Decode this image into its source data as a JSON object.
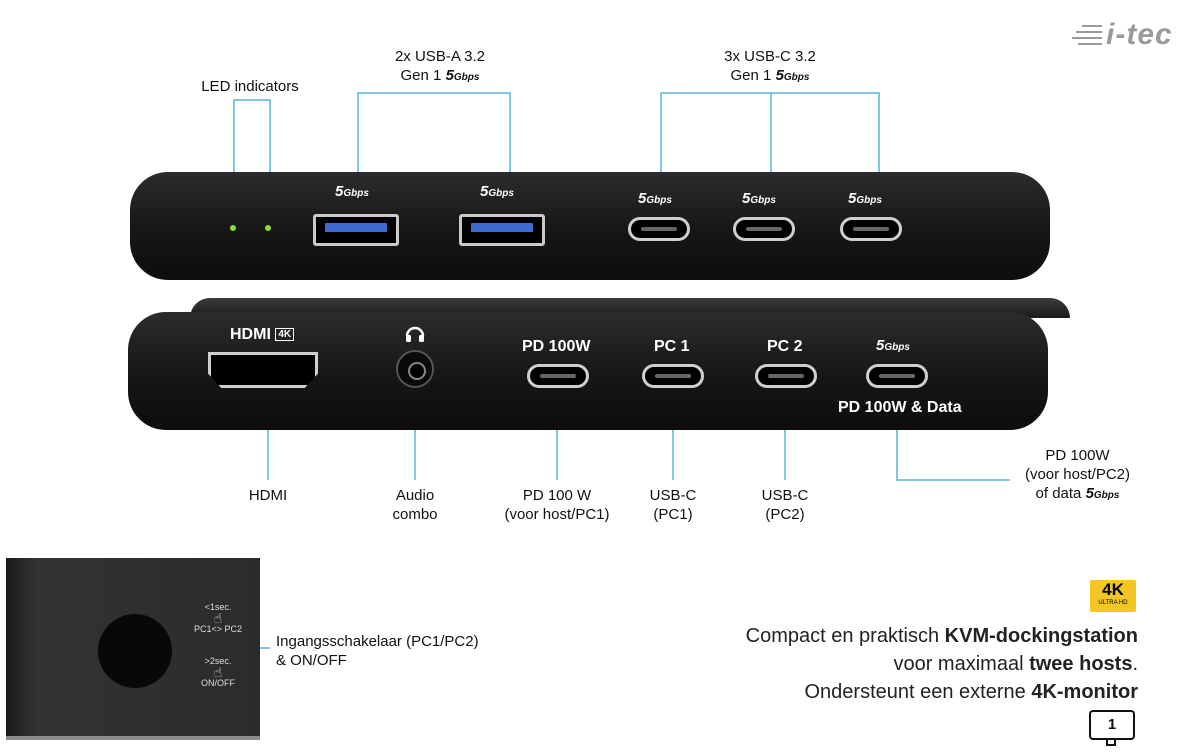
{
  "brand": {
    "logo": "i-tec"
  },
  "callouts": {
    "led": "LED indicators",
    "usba_line1": "2x USB-A 3.2",
    "usba_line2": "Gen 1",
    "usbc_line1": "3x USB-C 3.2",
    "usbc_line2": "Gen 1",
    "speed_badge": "5",
    "speed_unit": "Gbps"
  },
  "front_panel": {
    "ports": [
      "USB-A",
      "USB-A",
      "USB-C",
      "USB-C",
      "USB-C"
    ]
  },
  "rear_panel": {
    "hdmi_label": "HDMI",
    "hdmi_badge": "4K",
    "pd_label": "PD 100W",
    "pc1_label": "PC 1",
    "pc2_label": "PC 2",
    "data_label": "PD 100W & Data"
  },
  "bottom_labels": {
    "hdmi": "HDMI",
    "audio_1": "Audio",
    "audio_2": "combo",
    "pd_1": "PD 100 W",
    "pd_2": "(voor host/PC1)",
    "pc1_1": "USB-C",
    "pc1_2": "(PC1)",
    "pc2_1": "USB-C",
    "pc2_2": "(PC2)",
    "data_1": "PD 100W",
    "data_2": "(voor host/PC2)",
    "data_3": "of data"
  },
  "switch_inset": {
    "short_press": "<1sec.",
    "short_action": "PC1<> PC2",
    "long_press": ">2sec.",
    "long_action": "ON/OFF",
    "caption_1": "Ingangsschakelaar (PC1/PC2)",
    "caption_2": "& ON/OFF"
  },
  "features": {
    "badge_main": "4K",
    "badge_sub": "ULTRA HD",
    "line1_pre": "Compact en praktisch ",
    "line1_bold": "KVM-dockingstation",
    "line2_pre": "voor maximaal ",
    "line2_bold": "twee hosts",
    "line2_post": ".",
    "line3_pre": "Ondersteunt een externe ",
    "line3_bold": "4K-monitor",
    "monitor_count": "1"
  },
  "colors": {
    "callout_line": "#5ab4d6",
    "led": "#8cdb3a",
    "usb_blue": "#3d6bd0",
    "badge_yellow": "#f3c623"
  }
}
